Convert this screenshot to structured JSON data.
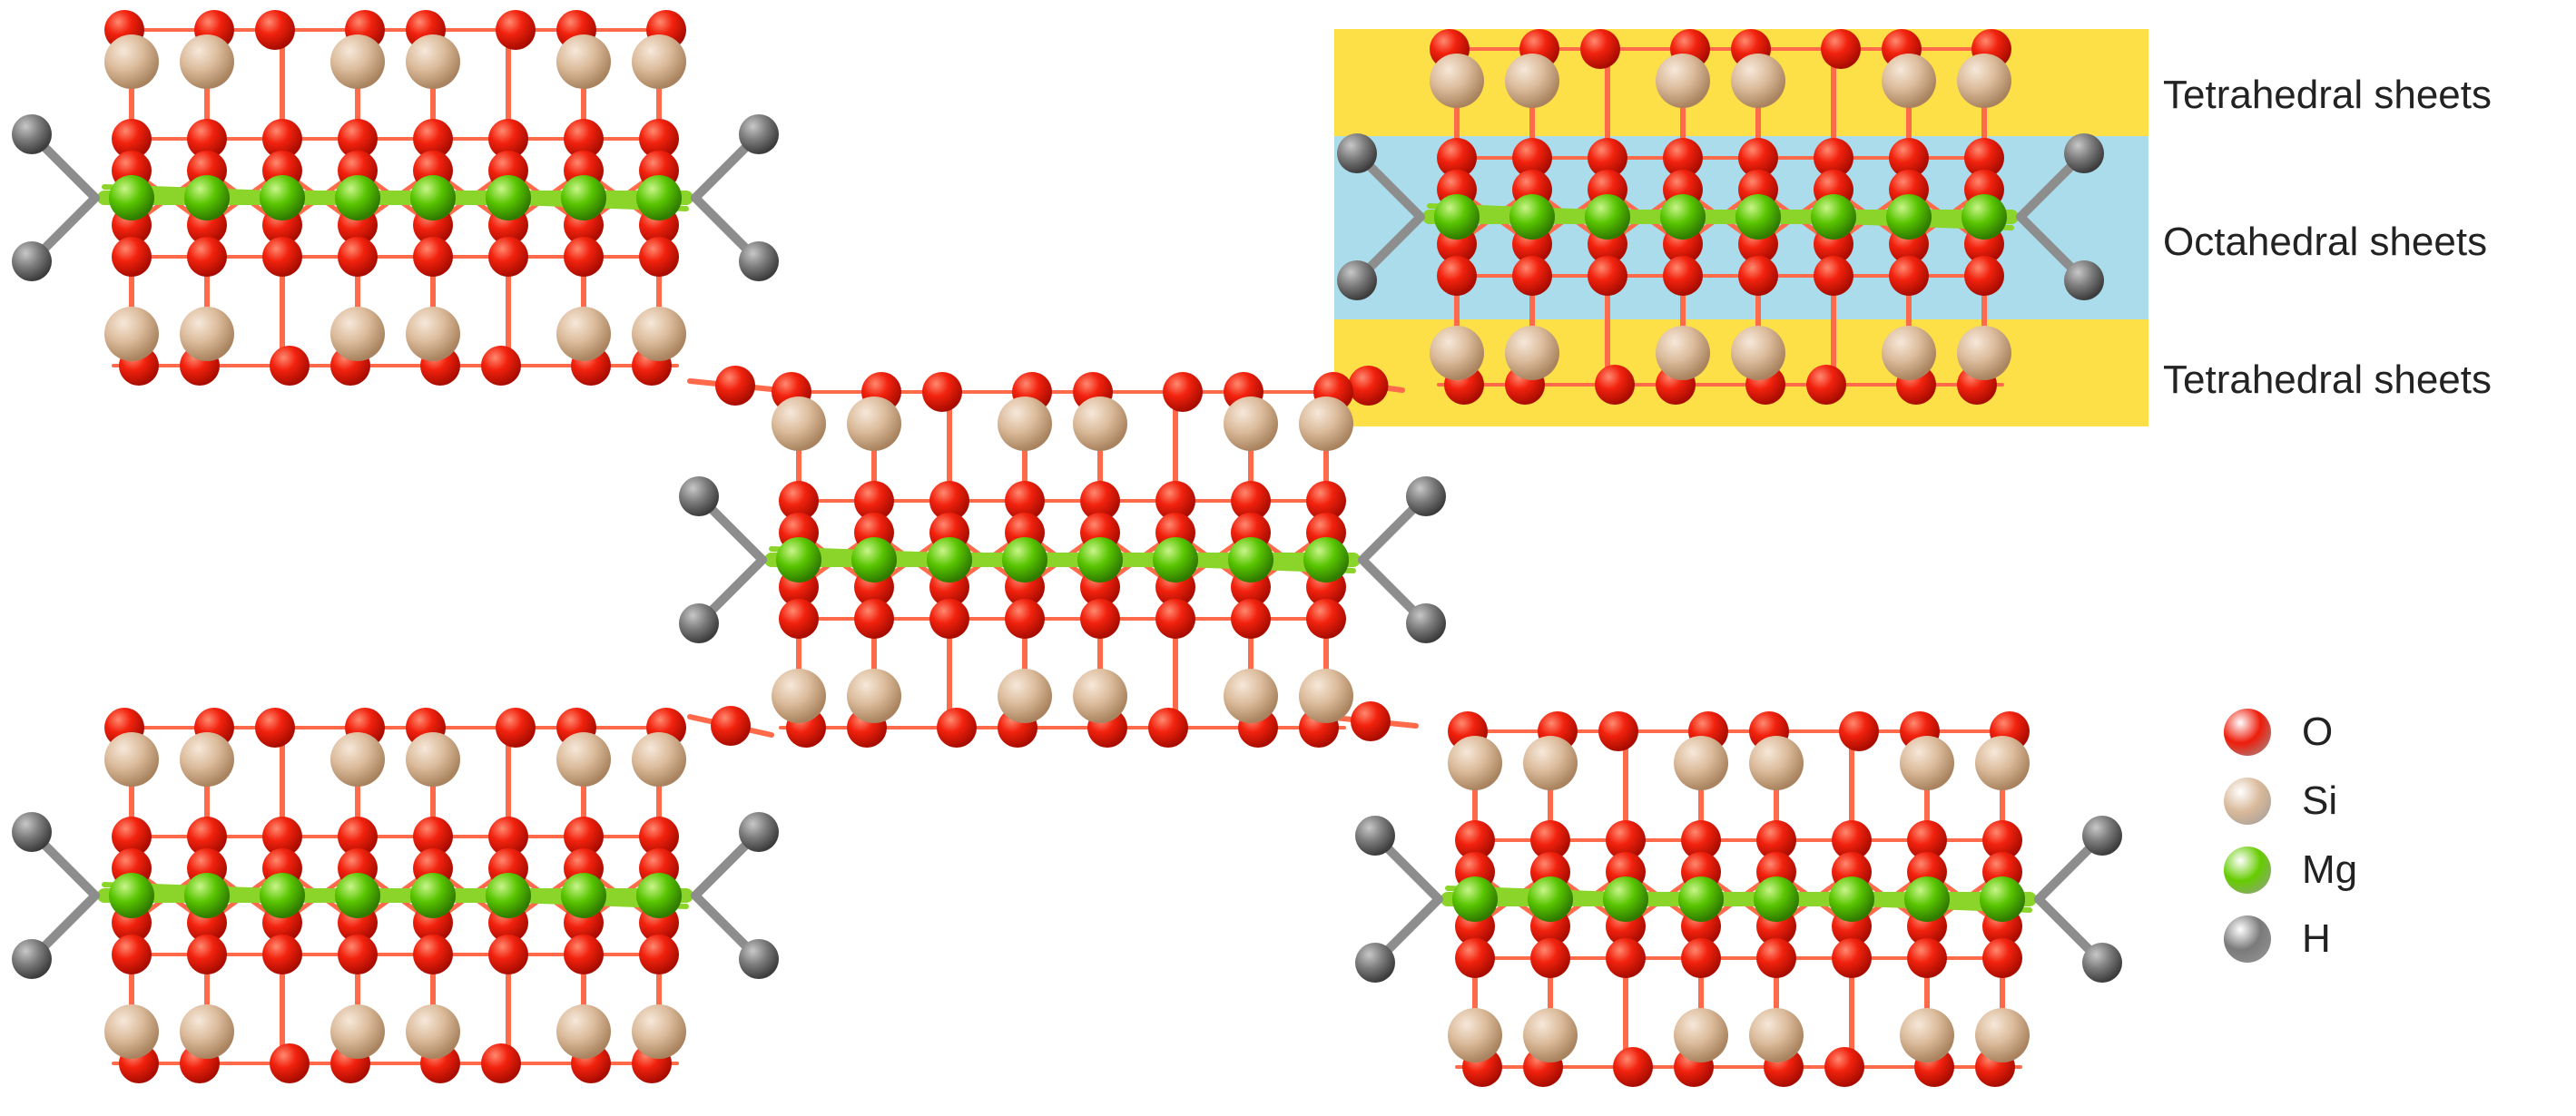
{
  "sheet_labels": {
    "top": "Tetrahedral sheets",
    "middle": "Octahedral sheets",
    "bottom": "Tetrahedral sheets"
  },
  "legend": [
    {
      "label": "O",
      "color": "#ee1c0a"
    },
    {
      "label": "Si",
      "color": "#d9b99a"
    },
    {
      "label": "Mg",
      "color": "#66cc00"
    },
    {
      "label": "H",
      "color": "#7a7a7a"
    }
  ],
  "colors": {
    "tetrahedral_band": "#fde047",
    "octahedral_band": "#aadcec",
    "bond_o": "#ff6a4a",
    "bond_mg": "#8bd42a"
  }
}
